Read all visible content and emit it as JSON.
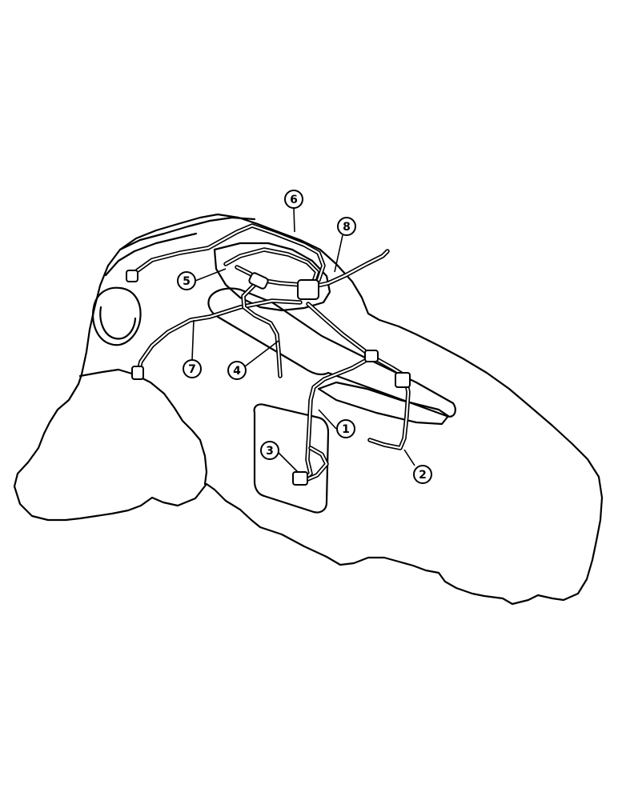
{
  "callouts": [
    {
      "label": "1"
    },
    {
      "label": "2"
    },
    {
      "label": "3"
    },
    {
      "label": "4"
    },
    {
      "label": "5"
    },
    {
      "label": "6"
    },
    {
      "label": "7"
    },
    {
      "label": "8"
    }
  ]
}
